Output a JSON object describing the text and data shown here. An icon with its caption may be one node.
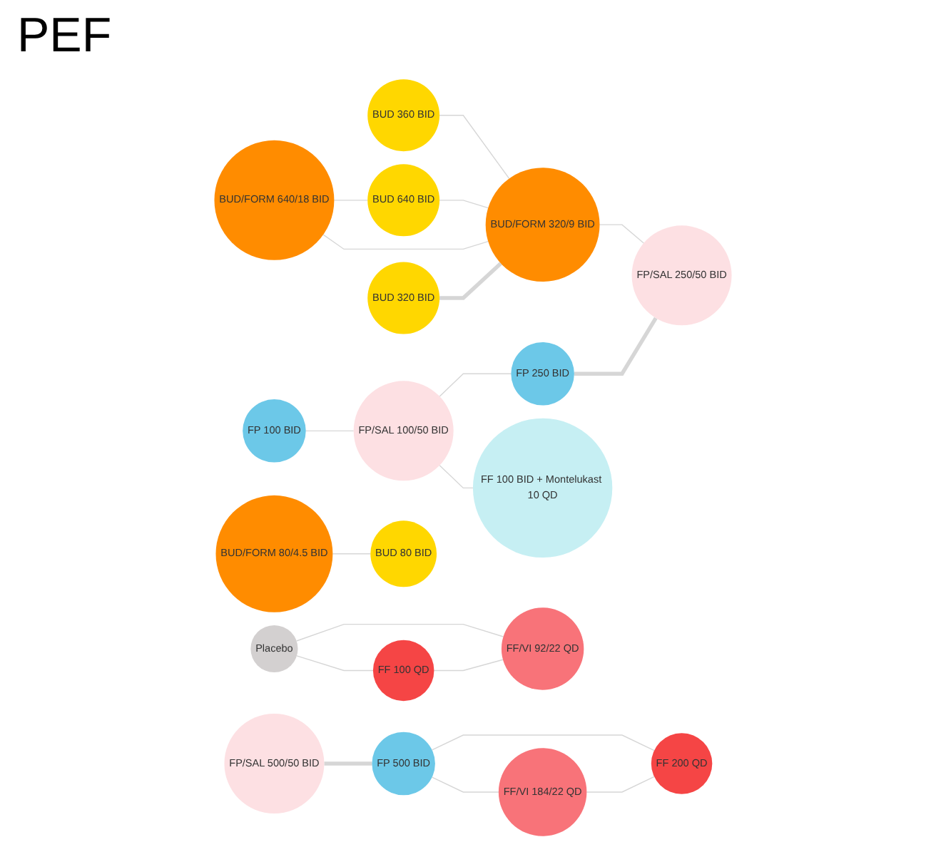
{
  "diagram": {
    "title": "PEF",
    "nodes": [
      {
        "text": [
          "FP 100 BID"
        ]
      },
      {
        "text": [
          "BUD 360 BID"
        ]
      },
      {
        "text": [
          "BUD/FORM 640/18 BID"
        ]
      },
      {
        "text": [
          "FP/SAL 100/50 BID"
        ]
      },
      {
        "text": [
          "FF 100 BID + Montelukast 10 QD"
        ]
      },
      {
        "text": [
          "BUD 640 BID"
        ]
      },
      {
        "text": [
          "FP 250 BID"
        ]
      },
      {
        "text": [
          "BUD/FORM 320/9 BID"
        ]
      },
      {
        "text": [
          "BUD 320 BID"
        ]
      },
      {
        "text": [
          "FP/SAL 250/50 BID"
        ]
      },
      {
        "text": [
          "Placebo"
        ]
      },
      {
        "text": [
          "FP/SAL 500/50 BID"
        ]
      },
      {
        "text": [
          "FF/VI 92/22 QD"
        ]
      },
      {
        "text": [
          "FF 100 QD"
        ]
      },
      {
        "text": [
          "FP 500 BID"
        ]
      },
      {
        "text": [
          "FF/VI 184/22 QD"
        ]
      },
      {
        "text": [
          "FF 200 QD"
        ]
      },
      {
        "text": [
          "BUD/FORM 80/4.5 BID"
        ]
      },
      {
        "text": [
          "BUD 80 BID"
        ]
      }
    ],
    "edges": [
      {
        "from": 0,
        "to": 3,
        "arrow": "none"
      },
      {
        "from": 3,
        "to": 4,
        "arrow": "none"
      },
      {
        "from": 3,
        "to": 6,
        "arrow": "none"
      },
      {
        "from": 6,
        "to": 9,
        "arrow": "none",
        "style": "thick"
      },
      {
        "from": 7,
        "to": 9,
        "arrow": "none"
      },
      {
        "from": 1,
        "to": 7,
        "arrow": "none"
      },
      {
        "from": 2,
        "to": 7,
        "arrow": "none"
      },
      {
        "from": 5,
        "to": 7,
        "arrow": "none"
      },
      {
        "from": 2,
        "to": 5,
        "arrow": "none"
      },
      {
        "from": 8,
        "to": 7,
        "arrow": "none",
        "style": "thick"
      },
      {
        "from": 10,
        "to": 13,
        "arrow": "none"
      },
      {
        "from": 10,
        "to": 12,
        "arrow": "none"
      },
      {
        "from": 13,
        "to": 12,
        "arrow": "none"
      },
      {
        "from": 11,
        "to": 14,
        "arrow": "none",
        "style": "thick"
      },
      {
        "from": 14,
        "to": 15,
        "arrow": "none"
      },
      {
        "from": 14,
        "to": 16,
        "arrow": "none"
      },
      {
        "from": 15,
        "to": 16,
        "arrow": "none"
      },
      {
        "from": 17,
        "to": 18,
        "arrow": "none"
      }
    ]
  }
}
